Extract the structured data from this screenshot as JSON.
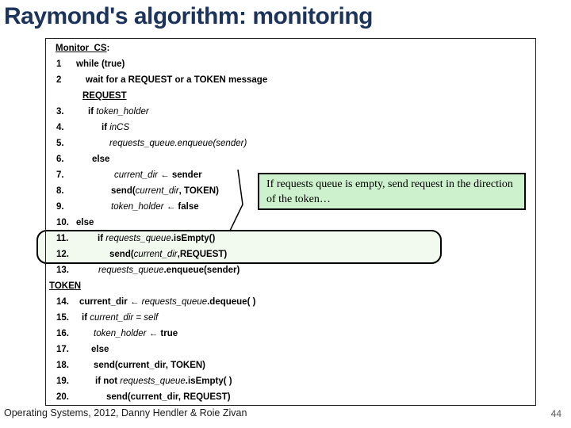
{
  "title": "Raymond's algorithm: monitoring",
  "colors": {
    "title_text": "#1c335c",
    "callout_fill": "#cdf0cd",
    "highlight_fill": "#f2faf0",
    "border": "#000000"
  },
  "code": {
    "lines": [
      {
        "num": "",
        "indent": 12,
        "segments": [
          {
            "t": "Monitor_CS",
            "s": "bu"
          },
          {
            "t": ":",
            "s": "b"
          }
        ]
      },
      {
        "num": "1",
        "indent": 38,
        "segments": [
          {
            "t": "while (true)",
            "s": "b"
          }
        ]
      },
      {
        "num": "2",
        "indent": 50,
        "segments": [
          {
            "t": "wait for a REQUEST or a TOKEN message",
            "s": "b"
          }
        ]
      },
      {
        "num": "",
        "indent": 46,
        "segments": [
          {
            "t": "REQUEST",
            "s": "bu"
          }
        ]
      },
      {
        "num": "3.",
        "indent": 53,
        "segments": [
          {
            "t": "if ",
            "s": "b"
          },
          {
            "t": "token_holder",
            "s": "i"
          }
        ]
      },
      {
        "num": "4.",
        "indent": 70,
        "segments": [
          {
            "t": "if ",
            "s": "b"
          },
          {
            "t": "inCS",
            "s": "i"
          }
        ]
      },
      {
        "num": "5.",
        "indent": 80,
        "segments": [
          {
            "t": "requests_queue.enqueue(sender)",
            "s": "i"
          }
        ]
      },
      {
        "num": "6.",
        "indent": 58,
        "segments": [
          {
            "t": "else",
            "s": "b"
          }
        ]
      },
      {
        "num": "7.",
        "indent": 86,
        "segments": [
          {
            "t": "current_dir ",
            "s": "i"
          },
          {
            "t": "← sender",
            "s": "b"
          }
        ]
      },
      {
        "num": "8.",
        "indent": 82,
        "segments": [
          {
            "t": "send(",
            "s": "b"
          },
          {
            "t": "current_dir",
            "s": "i"
          },
          {
            "t": ", TOKEN)",
            "s": "b"
          }
        ]
      },
      {
        "num": "9.",
        "indent": 82,
        "segments": [
          {
            "t": "token_holder ",
            "s": "i"
          },
          {
            "t": "← false",
            "s": "b"
          }
        ]
      },
      {
        "num": "10.",
        "indent": 38,
        "segments": [
          {
            "t": "else",
            "s": "b"
          }
        ]
      },
      {
        "num": "11.",
        "indent": 65,
        "segments": [
          {
            "t": "if ",
            "s": "b"
          },
          {
            "t": "requests_queue",
            "s": "i"
          },
          {
            "t": ".isEmpty()",
            "s": "b"
          }
        ]
      },
      {
        "num": "12.",
        "indent": 80,
        "segments": [
          {
            "t": "send(",
            "s": "b"
          },
          {
            "t": "current_dir",
            "s": "i"
          },
          {
            "t": ",REQUEST)",
            "s": "b"
          }
        ]
      },
      {
        "num": "13.",
        "indent": 66,
        "segments": [
          {
            "t": "requests_queue",
            "s": "i"
          },
          {
            "t": ".enqueue(sender)",
            "s": "b"
          }
        ]
      },
      {
        "num": "",
        "indent": 4,
        "segments": [
          {
            "t": "TOKEN",
            "s": "bu"
          }
        ]
      },
      {
        "num": "14.",
        "indent": 42,
        "segments": [
          {
            "t": "current_dir ← ",
            "s": "b"
          },
          {
            "t": "requests_queue",
            "s": "i"
          },
          {
            "t": ".dequeue( )",
            "s": "b"
          }
        ]
      },
      {
        "num": "15.",
        "indent": 45,
        "segments": [
          {
            "t": "if ",
            "s": "b"
          },
          {
            "t": "current_dir = self",
            "s": "i"
          }
        ]
      },
      {
        "num": "16.",
        "indent": 60,
        "segments": [
          {
            "t": "token_holder ",
            "s": "i"
          },
          {
            "t": "← true",
            "s": "b"
          }
        ]
      },
      {
        "num": "17.",
        "indent": 57,
        "segments": [
          {
            "t": "else",
            "s": "b"
          }
        ]
      },
      {
        "num": "18.",
        "indent": 60,
        "segments": [
          {
            "t": "send(current_dir, TOKEN)",
            "s": "b"
          }
        ]
      },
      {
        "num": "19.",
        "indent": 62,
        "segments": [
          {
            "t": "if not ",
            "s": "b"
          },
          {
            "t": "requests_queue",
            "s": "i"
          },
          {
            "t": ".isEmpty( )",
            "s": "b"
          }
        ]
      },
      {
        "num": "20.",
        "indent": 76,
        "segments": [
          {
            "t": "send(current_dir, REQUEST)",
            "s": "b"
          }
        ]
      }
    ]
  },
  "callout": {
    "text": "If requests queue is empty, send request in the direction of the token…"
  },
  "footer": {
    "left": "Operating Systems, 2012, Danny Hendler & Roie Zivan",
    "page": "44"
  }
}
